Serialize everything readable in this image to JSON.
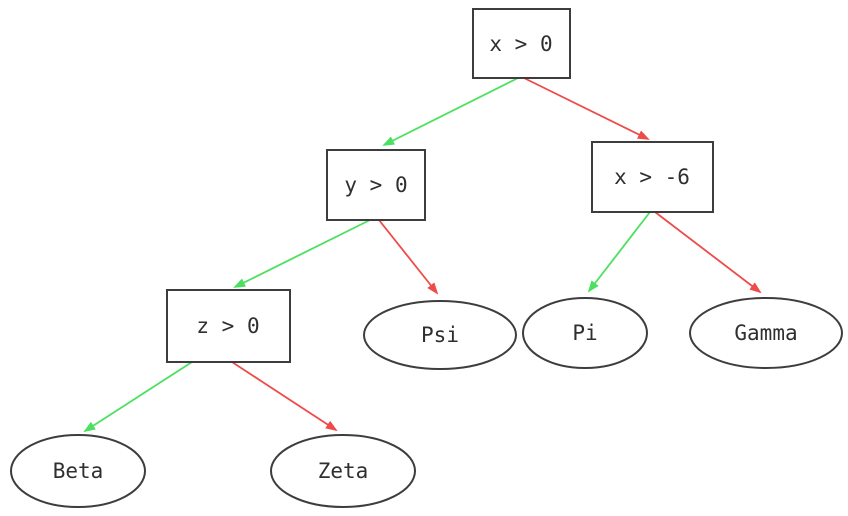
{
  "diagram": {
    "type": "decision-tree",
    "background_color": "#ffffff",
    "node_border_color": "#3d3d3d",
    "text_color": "#2f2f2f",
    "true_branch_color": "#4ce060",
    "false_branch_color": "#ee4b4b",
    "nodes": [
      {
        "id": "cond-x-gt-0",
        "label": "x > 0",
        "shape": "box",
        "role": "decision"
      },
      {
        "id": "cond-y-gt-0",
        "label": "y > 0",
        "shape": "box",
        "role": "decision"
      },
      {
        "id": "cond-x-gt-m6",
        "label": "x > -6",
        "shape": "box",
        "role": "decision"
      },
      {
        "id": "cond-z-gt-0",
        "label": "z > 0",
        "shape": "box",
        "role": "decision"
      },
      {
        "id": "leaf-psi",
        "label": "Psi",
        "shape": "ellipse",
        "role": "leaf"
      },
      {
        "id": "leaf-pi",
        "label": "Pi",
        "shape": "ellipse",
        "role": "leaf"
      },
      {
        "id": "leaf-gamma",
        "label": "Gamma",
        "shape": "ellipse",
        "role": "leaf"
      },
      {
        "id": "leaf-beta",
        "label": "Beta",
        "shape": "ellipse",
        "role": "leaf"
      },
      {
        "id": "leaf-zeta",
        "label": "Zeta",
        "shape": "ellipse",
        "role": "leaf"
      }
    ],
    "edges": [
      {
        "from": "x > 0",
        "to": "y > 0",
        "branch": "true",
        "color": "#4ce060"
      },
      {
        "from": "x > 0",
        "to": "x > -6",
        "branch": "false",
        "color": "#ee4b4b"
      },
      {
        "from": "y > 0",
        "to": "z > 0",
        "branch": "true",
        "color": "#4ce060"
      },
      {
        "from": "y > 0",
        "to": "Psi",
        "branch": "false",
        "color": "#ee4b4b"
      },
      {
        "from": "x > -6",
        "to": "Pi",
        "branch": "true",
        "color": "#4ce060"
      },
      {
        "from": "x > -6",
        "to": "Gamma",
        "branch": "false",
        "color": "#ee4b4b"
      },
      {
        "from": "z > 0",
        "to": "Beta",
        "branch": "true",
        "color": "#4ce060"
      },
      {
        "from": "z > 0",
        "to": "Zeta",
        "branch": "false",
        "color": "#ee4b4b"
      }
    ]
  }
}
